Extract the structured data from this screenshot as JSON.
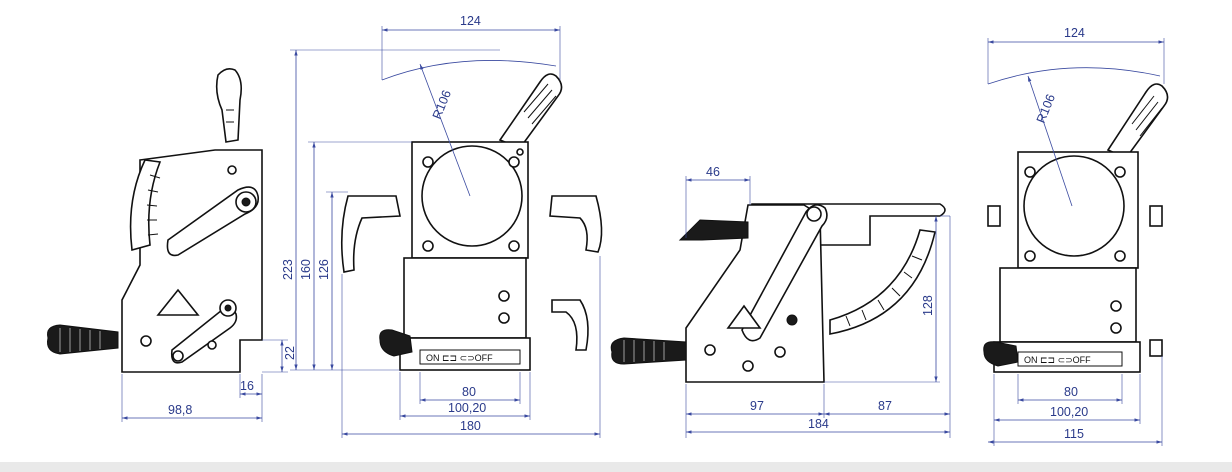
{
  "drawing": {
    "background": "#ffffff",
    "dimension_color": "#2a3a8a",
    "line_color": "#111111"
  },
  "view1": {
    "dims": {
      "w988": "98,8",
      "w16": "16",
      "h22": "22"
    }
  },
  "view2": {
    "dims": {
      "top124": "124",
      "radius": "R106",
      "h223": "223",
      "h160": "160",
      "h126": "126",
      "w80": "80",
      "w10020": "100,20",
      "w180": "180"
    }
  },
  "view3": {
    "dims": {
      "w46": "46",
      "h128": "128",
      "w97": "97",
      "w87": "87",
      "w184": "184"
    }
  },
  "view4": {
    "dims": {
      "top124": "124",
      "radius": "R106",
      "w80": "80",
      "w10020": "100,20",
      "w115": "115"
    }
  }
}
